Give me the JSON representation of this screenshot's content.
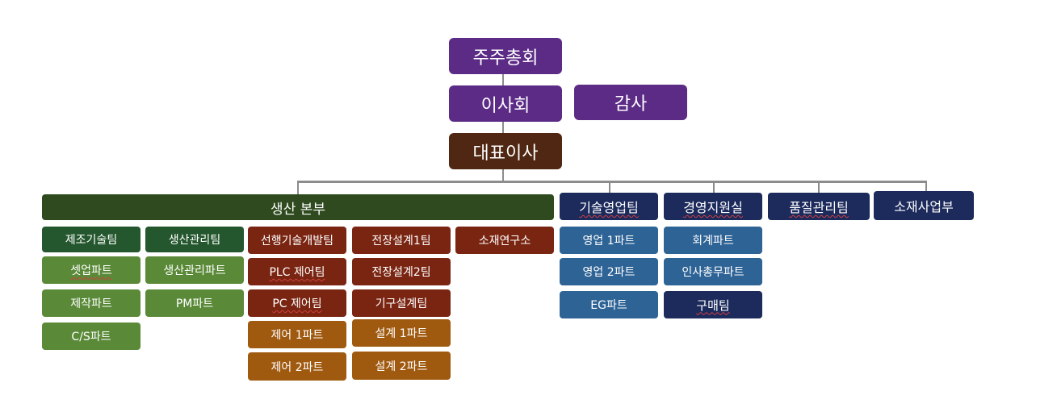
{
  "colors": {
    "executive": "#5b2b86",
    "ceo": "#4f2712",
    "production_hq": "#2e4a1e",
    "production_team": "#24572e",
    "production_part": "#5a8a38",
    "brick_team": "#7a2512",
    "orange_part": "#a05a10",
    "navy_team": "#1c2a5c",
    "blue_part": "#2e6396",
    "connector": "#8c8c8c"
  },
  "executives": {
    "shareholders": "주주총회",
    "board": "이사회",
    "auditor": "감사",
    "ceo": "대표이사"
  },
  "divisions": {
    "production": "생산 본부",
    "tech_sales": "기술영업팀",
    "management_support": "경영지원실",
    "quality": "품질관리팀",
    "materials": "소재사업부"
  },
  "production": {
    "col1": [
      "제조기술팀",
      "셋업파트",
      "제작파트",
      "C/S파트"
    ],
    "col2": [
      "생산관리팀",
      "생산관리파트",
      "PM파트"
    ],
    "col3": [
      "선행기술개발팀",
      "PLC 제어팀",
      "PC 제어팀",
      "제어 1파트",
      "제어 2파트"
    ],
    "col4": [
      "전장설계1팀",
      "전장설계2팀",
      "기구설계팀",
      "설계 1파트",
      "설계 2파트"
    ],
    "col5": [
      "소재연구소"
    ]
  },
  "tech_sales_parts": [
    "영업 1파트",
    "영업 2파트",
    "EG파트"
  ],
  "management_parts": [
    "회계파트",
    "인사총무파트",
    "구매팀"
  ]
}
